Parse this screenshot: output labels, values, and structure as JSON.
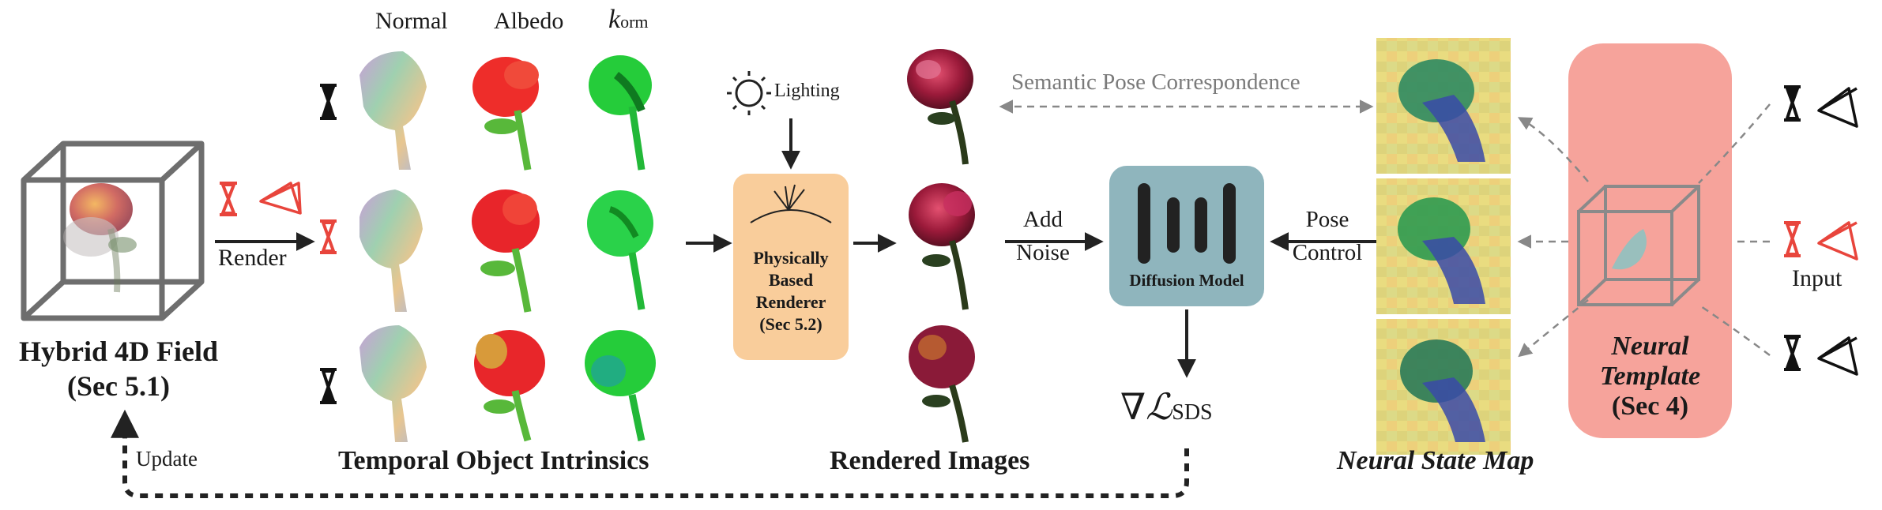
{
  "hybrid_field": {
    "title_line1": "Hybrid 4D Field",
    "title_line2": "(Sec 5.1)"
  },
  "render_label": "Render",
  "update_label": "Update",
  "intrinsics": {
    "col_normal": "Normal",
    "col_albedo": "Albedo",
    "col_korm_base": "k",
    "col_korm_sub": "orm",
    "caption": "Temporal Object Intrinsics"
  },
  "lighting_label": "Lighting",
  "pbr": {
    "line1": "Physically",
    "line2": "Based",
    "line3": "Renderer",
    "line4": "(Sec 5.2)"
  },
  "rendered_caption": "Rendered Images",
  "semantic_label": "Semantic Pose Correspondence",
  "add_noise": {
    "line1": "Add",
    "line2": "Noise"
  },
  "diffusion_label": "Diffusion Model",
  "pose_control": {
    "line1": "Pose",
    "line2": "Control"
  },
  "loss": {
    "nabla": "∇",
    "L": "ℒ",
    "sub": "SDS"
  },
  "state_map_caption": "Neural State Map",
  "template": {
    "line1": "Neural",
    "line2": "Template",
    "line3": "(Sec 4)"
  },
  "input_label": "Input",
  "colors": {
    "pbr_fill": "#f9cd9b",
    "diffusion_fill": "#8fb5bd",
    "template_fill": "#f6a39b",
    "highlight_red": "#e8453c",
    "normal_map": "#b9c7a6",
    "albedo": "#ee2d2a",
    "korm": "#25cc3a",
    "rose_dark": "#7a1430",
    "state_map_bg": "#e6d97a"
  },
  "icons": [
    "hourglass-icon",
    "camera-icon",
    "sun-icon",
    "cube-icon",
    "arrow-icon"
  ]
}
